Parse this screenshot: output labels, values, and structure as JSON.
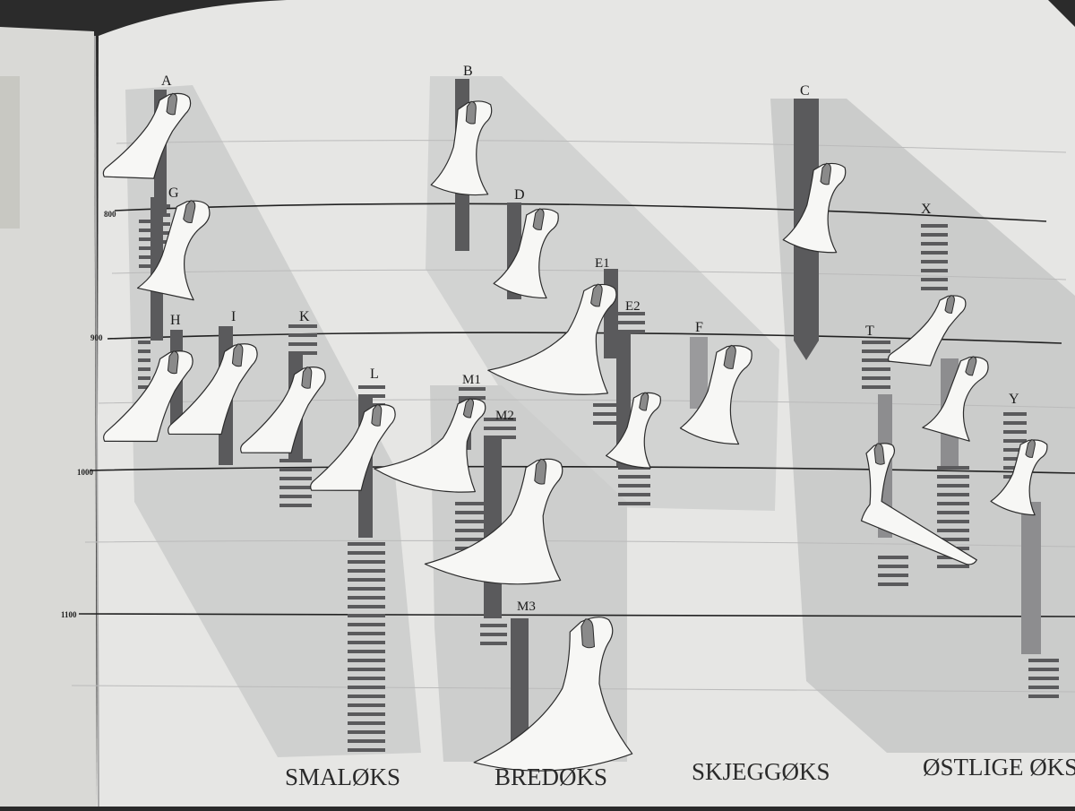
{
  "diagram": {
    "year_marks": [
      "800",
      "900",
      "1000",
      "1100"
    ],
    "type_labels": [
      "A",
      "B",
      "C",
      "D",
      "E1",
      "E2",
      "F",
      "G",
      "H",
      "I",
      "K",
      "L",
      "M1",
      "M2",
      "M3",
      "T",
      "X",
      "Y"
    ],
    "categories": [
      "SMALØKS",
      "BREDØKS",
      "SKJEGGØKS",
      "ØSTLIGE ØKS"
    ],
    "colors": {
      "page": "#e6e6e4",
      "band": "#cfd0cf",
      "bar": "#5a5a5c",
      "axe_fill": "#f7f7f5",
      "axe_stroke": "#2c2c2c"
    }
  }
}
